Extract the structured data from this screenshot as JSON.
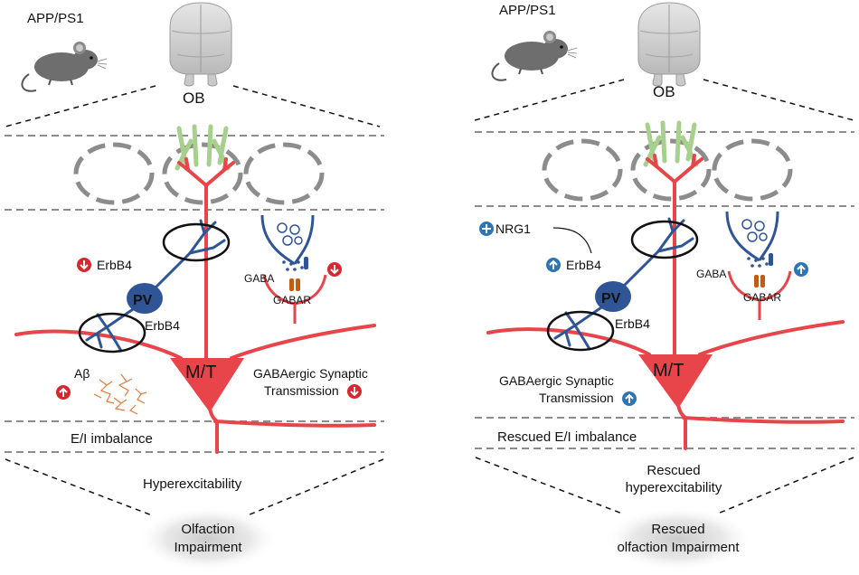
{
  "colors": {
    "mt_red": "#e8454a",
    "pv_blue": "#2f5597",
    "dendrite_green": "#a8d08d",
    "dash_gray": "#8c8c8c",
    "abeta_orange": "#e07b39",
    "down_red": "#d9272e",
    "up_blue": "#2e75b6",
    "gabar_orange": "#c55a11"
  },
  "icons": {
    "mouse": "mouse-icon",
    "brain": "brain-icon",
    "arrow_up": "arrow-up-circle-icon",
    "arrow_down": "arrow-down-circle-icon",
    "plus": "plus-circle-icon"
  },
  "left": {
    "model_label": "APP/PS1",
    "region_label": "OB",
    "erbb4_top": "ErbB4",
    "erbb4_top_change": "down",
    "erbb4_bottom": "ErbB4",
    "pv_label": "PV",
    "gaba_label": "GABA",
    "gabar_label": "GABAR",
    "synapse_change": "down",
    "mt_label": "M/T",
    "abeta_label": "Aβ",
    "abeta_change": "up",
    "gaba_transmission_line1": "GABAergic Synaptic",
    "gaba_transmission_line2": "Transmission",
    "gaba_transmission_change": "down",
    "ei_label": "E/I imbalance",
    "hyper_label": "Hyperexcitability",
    "outcome_line1": "Olfaction",
    "outcome_line2": "Impairment"
  },
  "right": {
    "model_label": "APP/PS1",
    "region_label": "OB",
    "nrg1_label": "NRG1",
    "erbb4_top": "ErbB4",
    "erbb4_top_change": "up",
    "erbb4_bottom": "ErbB4",
    "pv_label": "PV",
    "gaba_label": "GABA",
    "gabar_label": "GABAR",
    "synapse_change": "up",
    "mt_label": "M/T",
    "gaba_transmission_line1": "GABAergic Synaptic",
    "gaba_transmission_line2": "Transmission",
    "gaba_transmission_change": "up",
    "ei_label": "Rescued E/I imbalance",
    "hyper_line1": "Rescued",
    "hyper_line2": "hyperexcitability",
    "outcome_line1": "Rescued",
    "outcome_line2": "olfaction Impairment"
  }
}
